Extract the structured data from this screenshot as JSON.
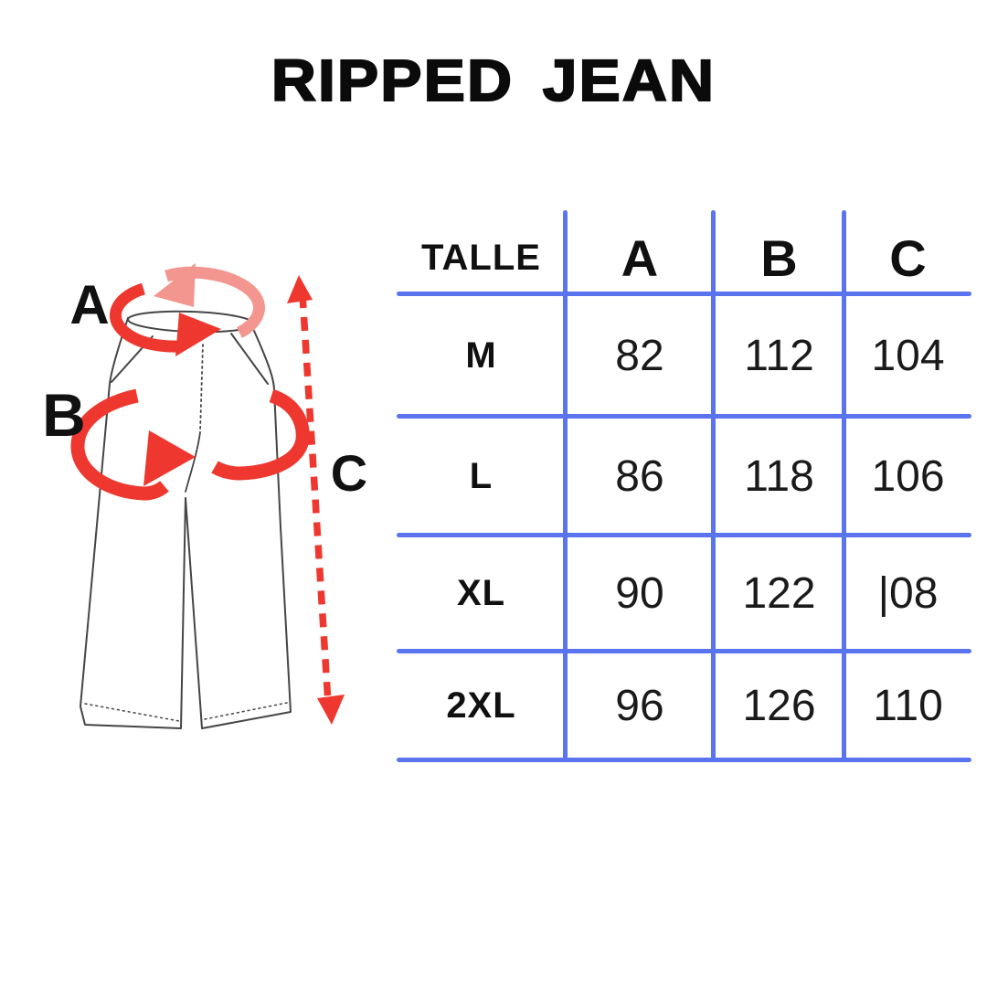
{
  "title": "RIPPED JEAN",
  "diagram": {
    "label_a": "A",
    "label_b": "B",
    "label_c": "C",
    "colors": {
      "arrow_red": "#ee372e",
      "arrow_salmon": "#f2968f",
      "jeans_outline": "#454545"
    }
  },
  "table": {
    "grid_color": "#5a74ef",
    "header": [
      "TALLE",
      "A",
      "B",
      "C"
    ],
    "rows": [
      {
        "size": "M",
        "a": "82",
        "b": "112",
        "c": "104"
      },
      {
        "size": "L",
        "a": "86",
        "b": "118",
        "c": "106"
      },
      {
        "size": "XL",
        "a": "90",
        "b": "122",
        "c": "|08"
      },
      {
        "size": "2XL",
        "a": "96",
        "b": "126",
        "c": "110"
      }
    ]
  },
  "chart_data": {
    "type": "table",
    "title": "RIPPED JEAN",
    "columns": [
      "TALLE",
      "A",
      "B",
      "C"
    ],
    "rows": [
      [
        "M",
        "82",
        "112",
        "104"
      ],
      [
        "L",
        "86",
        "118",
        "106"
      ],
      [
        "XL",
        "90",
        "122",
        "|08"
      ],
      [
        "2XL",
        "96",
        "126",
        "110"
      ]
    ]
  }
}
